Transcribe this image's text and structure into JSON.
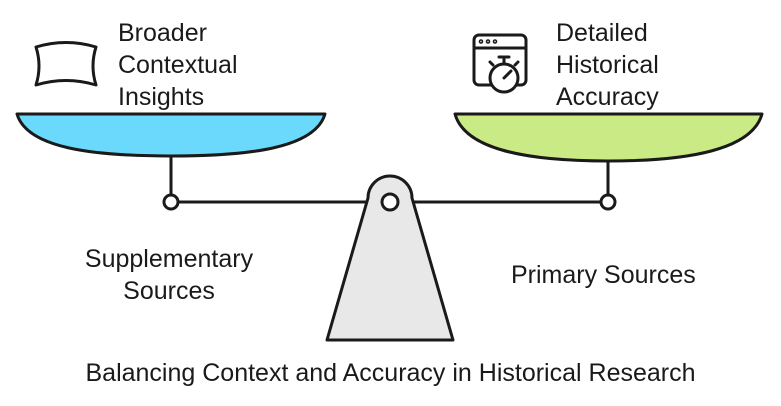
{
  "left_pan": {
    "label_lines": [
      "Broader",
      "Contextual",
      "Insights"
    ],
    "icon": "banner-scroll-icon",
    "color": "#6ad9fb"
  },
  "right_pan": {
    "label_lines": [
      "Detailed",
      "Historical",
      "Accuracy"
    ],
    "icon": "browser-stopwatch-icon",
    "color": "#c9ea84"
  },
  "left_side_label": [
    "Supplementary",
    "Sources"
  ],
  "right_side_label": "Primary Sources",
  "caption": "Balancing Context and Accuracy in Historical Research",
  "colors": {
    "stroke": "#1a1a1a",
    "fulcrum_fill": "#e8e8e8"
  }
}
